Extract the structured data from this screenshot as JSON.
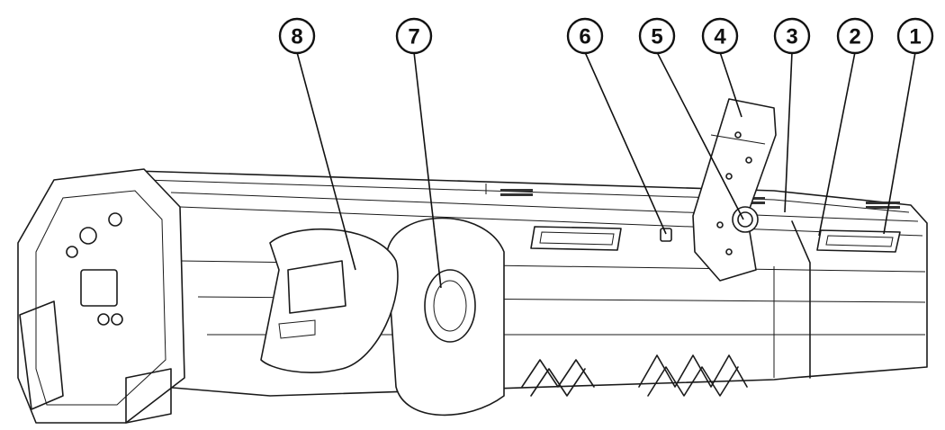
{
  "figure": {
    "callouts": [
      {
        "id": "1",
        "label": "1"
      },
      {
        "id": "2",
        "label": "2"
      },
      {
        "id": "3",
        "label": "3"
      },
      {
        "id": "4",
        "label": "4"
      },
      {
        "id": "5",
        "label": "5"
      },
      {
        "id": "6",
        "label": "6"
      },
      {
        "id": "7",
        "label": "7"
      },
      {
        "id": "8",
        "label": "8"
      }
    ],
    "line_color": "#1a1a1a",
    "background": "#ffffff"
  }
}
